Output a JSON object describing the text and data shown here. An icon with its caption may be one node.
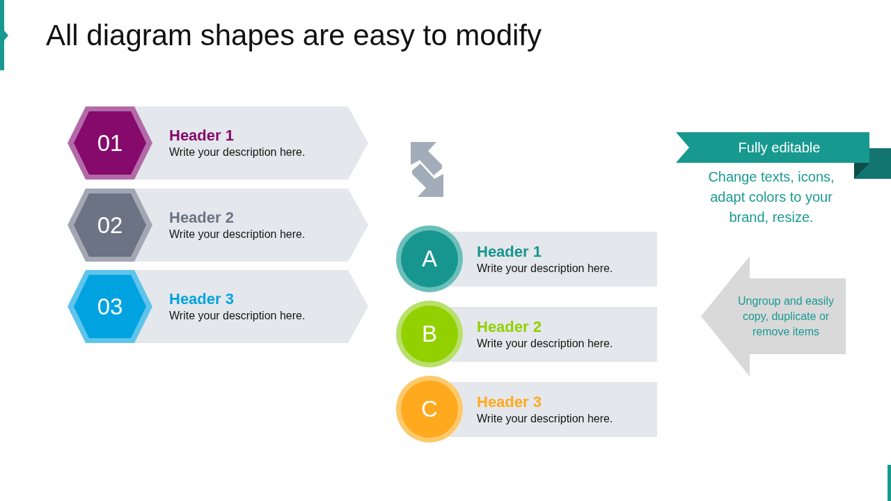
{
  "diagram": {
    "title": "All diagram shapes are easy to modify",
    "nodes": [
      {
        "text": [
          "01"
        ]
      },
      {
        "text": [
          "Header 1",
          "Write your description here."
        ]
      },
      {
        "text": [
          "02"
        ]
      },
      {
        "text": [
          "Header 2",
          "Write your description here."
        ]
      },
      {
        "text": [
          "03"
        ]
      },
      {
        "text": [
          "Header 3",
          "Write your description here."
        ]
      },
      {
        "text": [
          "A"
        ]
      },
      {
        "text": [
          "Header 1",
          "Write your description here."
        ]
      },
      {
        "text": [
          "B"
        ]
      },
      {
        "text": [
          "Header 2",
          "Write your description here."
        ]
      },
      {
        "text": [
          "C"
        ]
      },
      {
        "text": [
          "Header 3",
          "Write your description here."
        ]
      },
      {
        "text": [
          "Fully editable"
        ]
      },
      {
        "text": [
          "Ungroup and easily copy, duplicate or remove items"
        ]
      }
    ],
    "labels": [
      "Change texts, icons, adapt colors to your brand, resize."
    ]
  }
}
